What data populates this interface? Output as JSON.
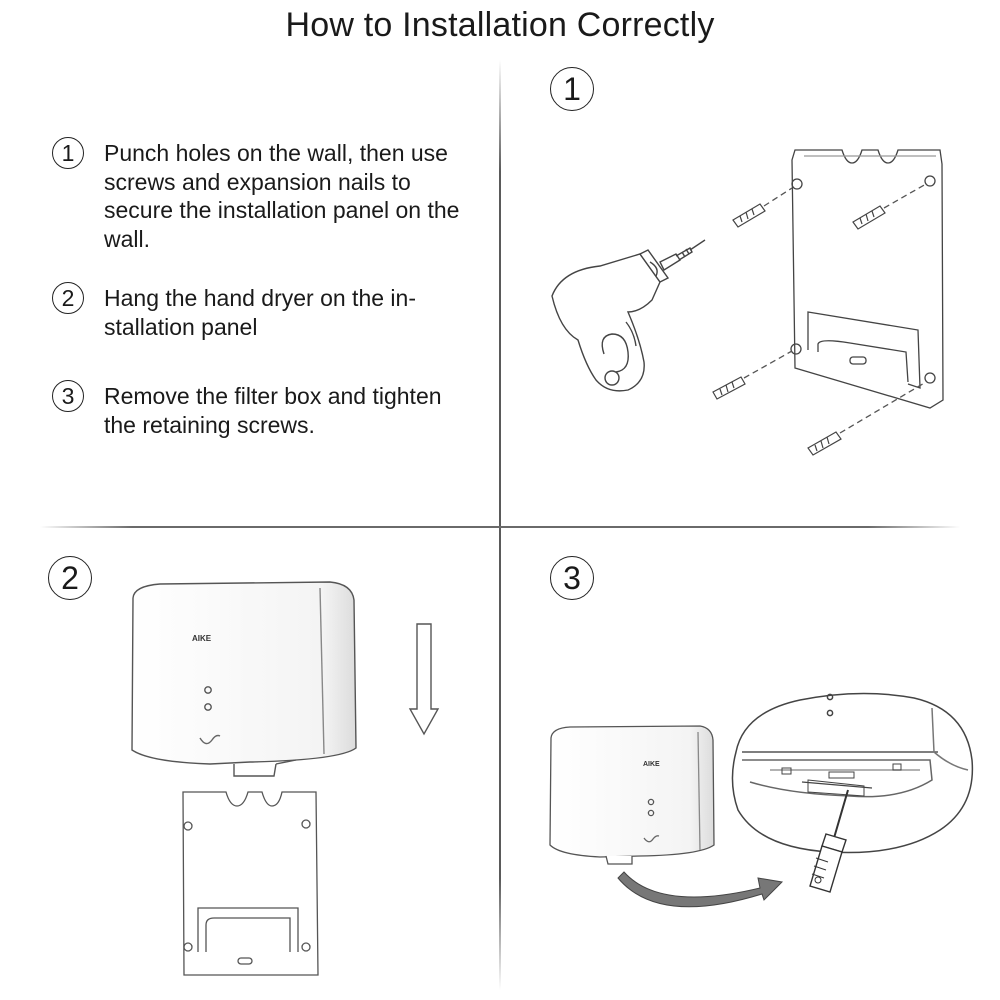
{
  "title": "How to Installation Correctly",
  "steps": [
    {
      "number": "1",
      "text": "Punch holes on the wall, then use screws and expansion nails to secure the installation panel on the wall."
    },
    {
      "number": "2",
      "text": "Hang the hand dryer on the in-stallation panel"
    },
    {
      "number": "3",
      "text": "Remove the filter box and tighten the retaining screws."
    }
  ],
  "panels": [
    {
      "number": "1"
    },
    {
      "number": "2"
    },
    {
      "number": "3"
    }
  ],
  "brand": "AIKE"
}
